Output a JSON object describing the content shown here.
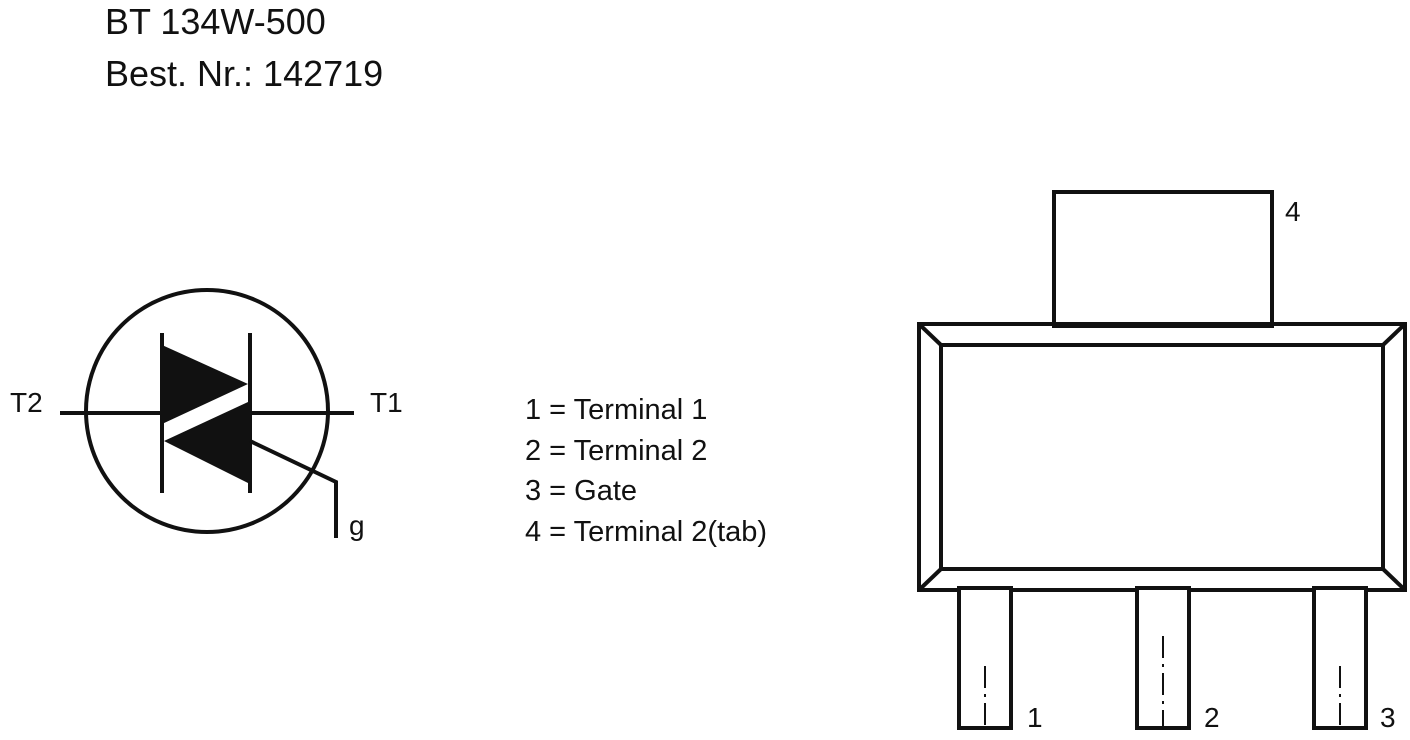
{
  "header": {
    "part_number": "BT 134W-500",
    "order_number": "Best. Nr.: 142719"
  },
  "symbol": {
    "type": "triac",
    "terminal_left": "T2",
    "terminal_right": "T1",
    "gate": "g"
  },
  "legend": {
    "items": [
      {
        "pin": "1",
        "text": "1 = Terminal 1"
      },
      {
        "pin": "2",
        "text": "2 = Terminal 2"
      },
      {
        "pin": "3",
        "text": "3 = Gate"
      },
      {
        "pin": "4",
        "text": "4 = Terminal 2(tab)"
      }
    ]
  },
  "package": {
    "type": "SOT-223",
    "pin_labels": [
      "1",
      "2",
      "3"
    ],
    "tab_label": "4"
  },
  "colors": {
    "line": "#111111",
    "background": "#ffffff"
  }
}
